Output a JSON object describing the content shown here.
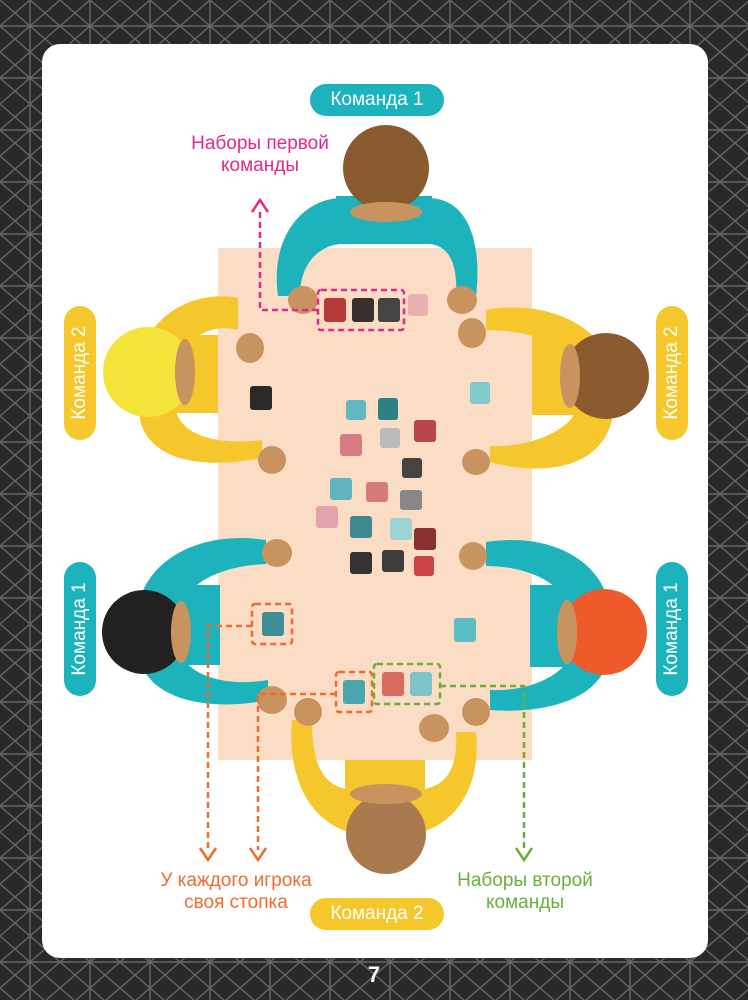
{
  "teams": {
    "team1_top": "Команда 1",
    "team2_left": "Команда 2",
    "team2_right": "Команда 2",
    "team1_left": "Команда 1",
    "team1_right": "Команда 1",
    "team2_bottom": "Команда 2"
  },
  "callouts": {
    "first_team_sets": [
      "Наборы первой",
      "команды"
    ],
    "own_stack": [
      "У каждого игрока",
      "своя стопка"
    ],
    "second_team_sets": [
      "Наборы второй",
      "команды"
    ]
  },
  "page_number": "7",
  "colors": {
    "teal": "#1db3bd",
    "yellow": "#f6c72d",
    "table": "#fbdcc4",
    "magenta": "#e1288c",
    "orange": "#ef6b2e",
    "green": "#6aae3c",
    "background": "#2a2828"
  }
}
